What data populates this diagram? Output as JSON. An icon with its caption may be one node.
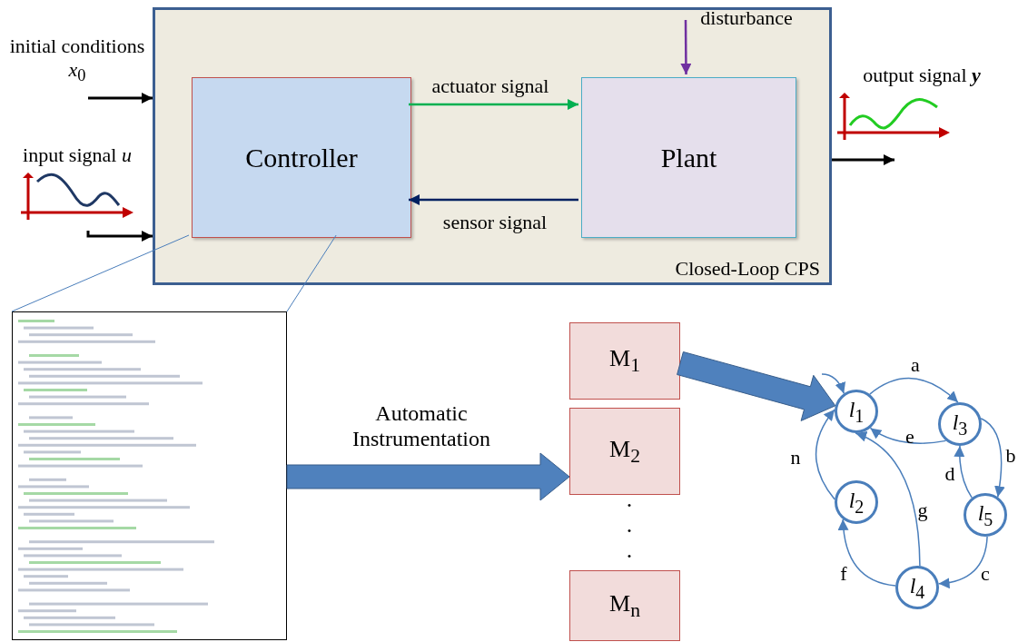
{
  "diagram": {
    "nodes": [
      {
        "text": [
          "Closed-Loop CPS"
        ]
      },
      {
        "text": [
          "Controller"
        ],
        "in": 0
      },
      {
        "text": [
          "Plant"
        ],
        "in": 0
      },
      {
        "text": [
          "initial conditions *x*$_{0}$"
        ]
      },
      {
        "text": [
          "input signal *u*"
        ]
      },
      {
        "text": [
          "output signal **y**"
        ]
      },
      {
        "text": [],
        "shape": "picture"
      },
      {
        "text": [
          "M$_{1}$"
        ]
      },
      {
        "text": [
          "M$_{2}$"
        ]
      },
      {
        "text": [
          "M$_{n}$"
        ]
      },
      {
        "text": [
          "*l*$_{1}$"
        ]
      },
      {
        "text": [
          "*l*$_{3}$"
        ]
      },
      {
        "text": [
          "*l*$_{2}$"
        ]
      },
      {
        "text": [
          "*l*$_{5}$"
        ]
      },
      {
        "text": [
          "*l*$_{4}$"
        ]
      }
    ],
    "edges": [
      {
        "from": 3,
        "to": 0,
        "arrow": "to",
        "color": "#000000"
      },
      {
        "from": 4,
        "to": 0,
        "arrow": "to",
        "color": "#000000"
      },
      {
        "from": 0,
        "to": 5,
        "arrow": "to",
        "color": "#000000"
      },
      {
        "from": 1,
        "to": 2,
        "arrow": "to",
        "label": "actuator signal",
        "color": "#00b050"
      },
      {
        "from": 2,
        "to": 1,
        "arrow": "to",
        "label": "sensor signal",
        "color": "#002060"
      },
      {
        "from": null,
        "to": 2,
        "arrow": "to",
        "label": "disturbance",
        "color": "#7030a0"
      },
      {
        "from": 1,
        "to": 6,
        "arrow": "none"
      },
      {
        "from": 1,
        "to": 6,
        "arrow": "none"
      },
      {
        "from": 6,
        "to": 8,
        "arrow": "to",
        "label": "Automatic Instrumentation",
        "style": "thick"
      },
      {
        "from": 7,
        "to": 10,
        "arrow": "to",
        "style": "thick"
      },
      {
        "from": null,
        "to": 10,
        "arrow": "to"
      },
      {
        "from": 10,
        "to": 11,
        "arrow": "to",
        "label": "a"
      },
      {
        "from": 11,
        "to": 13,
        "arrow": "to",
        "label": "b"
      },
      {
        "from": 13,
        "to": 14,
        "arrow": "to",
        "label": "c"
      },
      {
        "from": 13,
        "to": 11,
        "arrow": "to",
        "label": "d"
      },
      {
        "from": 11,
        "to": 10,
        "arrow": "to",
        "label": "e"
      },
      {
        "from": 14,
        "to": 12,
        "arrow": "to",
        "label": "f"
      },
      {
        "from": 14,
        "to": 10,
        "arrow": "to",
        "label": "g"
      },
      {
        "from": 12,
        "to": 10,
        "arrow": "to",
        "label": "n"
      }
    ],
    "labels": [
      ".",
      ".",
      "."
    ]
  }
}
